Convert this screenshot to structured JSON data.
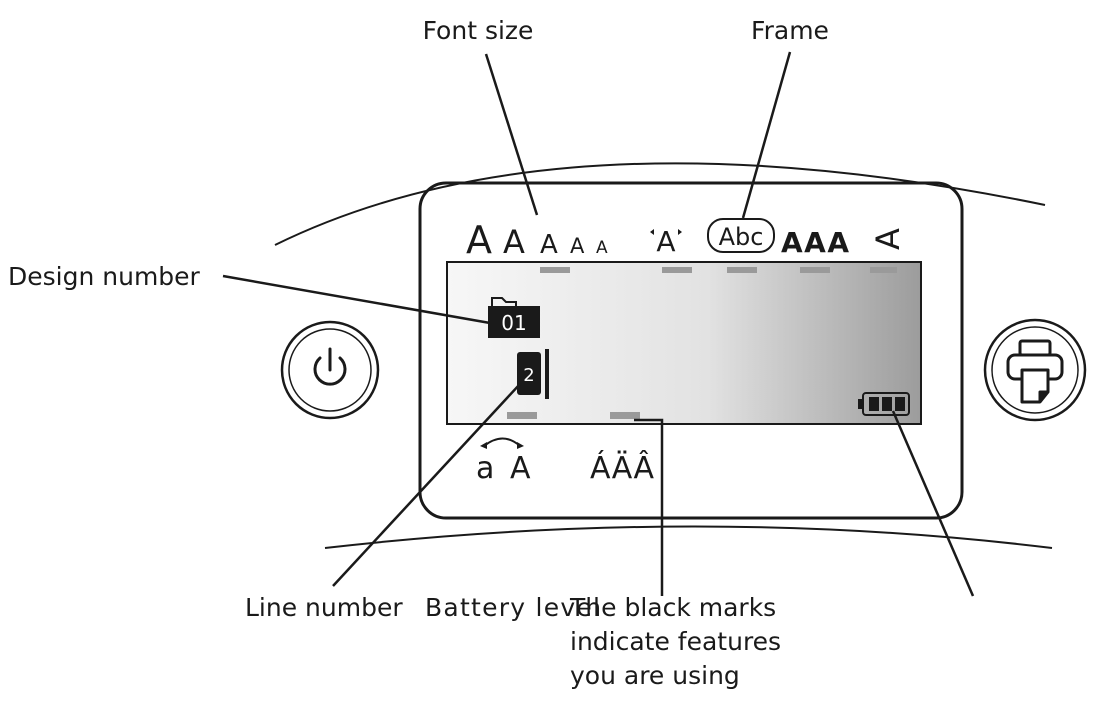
{
  "callouts": {
    "font_size": "Font size",
    "frame": "Frame",
    "design_number": "Design number",
    "line_number": "Line number",
    "battery_level": "Battery level",
    "black_marks": [
      "The black marks",
      "indicate features",
      "you are using"
    ]
  },
  "top_icons": {
    "font_sizes": [
      "A",
      "A",
      "A",
      "A",
      "A"
    ],
    "width": "A",
    "frame": "Abc",
    "style": "AAA",
    "vertical": "A"
  },
  "bottom_icons": {
    "case_a": "a",
    "case_b": "A",
    "accents": "ÁÄÂ"
  },
  "lcd": {
    "design_number": "01",
    "line_number": "2"
  },
  "colors": {
    "line": "#1a1a1a",
    "lcd_light": "#f6f6f6",
    "lcd_dark": "#9c9c9c",
    "mark": "#9a9a9a"
  }
}
